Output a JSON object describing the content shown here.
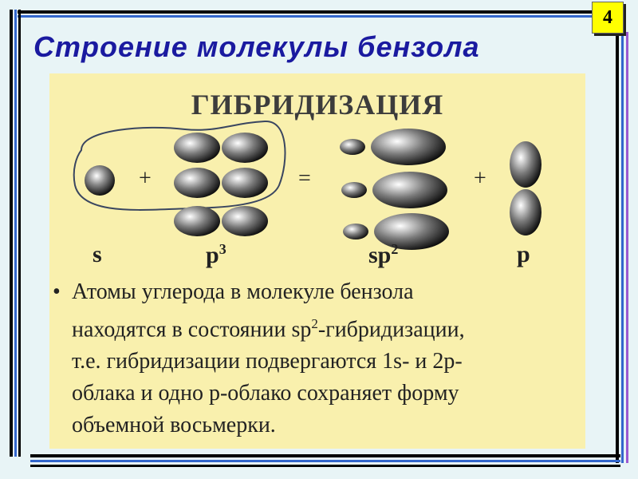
{
  "slide": {
    "number": "4",
    "title": "Строение молекулы бензола"
  },
  "diagram": {
    "heading": "ГИБРИДИЗАЦИЯ",
    "operators": {
      "plus1": "+",
      "equals": "=",
      "plus2": "+"
    },
    "labels": {
      "s": "s",
      "p3_base": "p",
      "p3_sup": "3",
      "sp2_base": "sp",
      "sp2_sup": "2",
      "p": "p"
    }
  },
  "bullet": {
    "marker": "•",
    "line1": "Атомы углерода в молекуле бензола",
    "line2_a": "находятся в состоянии sp",
    "line2_sup": "2",
    "line2_b": "-гибридизации,",
    "line3": "т.е.  гибридизации подвергаются 1s- и 2p-",
    "line4": "облака и одно p-облако сохраняет форму",
    "line5": "объемной восьмерки."
  },
  "colors": {
    "title": "#1a1aa0",
    "panel": "#f9f0ad",
    "badge": "#ffff00"
  }
}
